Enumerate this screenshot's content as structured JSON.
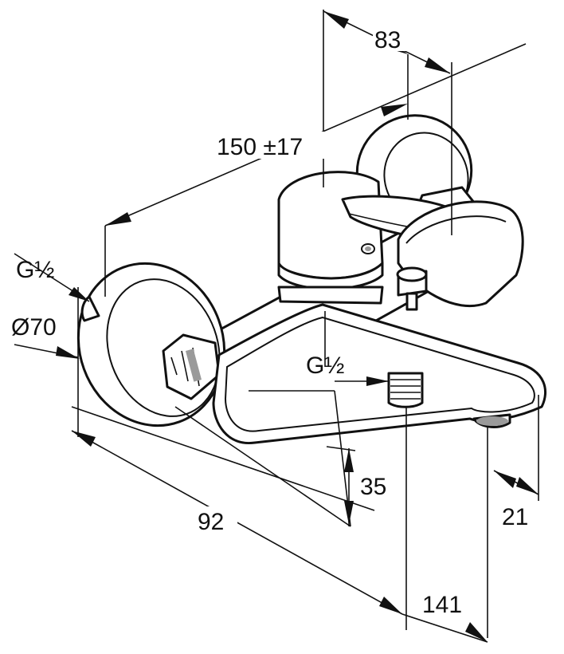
{
  "drawing": {
    "labels": {
      "width_top": "83",
      "centers": "150 ±17",
      "thread_inlet": "G½",
      "rosette_dia": "Ø70",
      "thread_outlet": "G½",
      "height_35": "35",
      "depth_92": "92",
      "depth_141": "141",
      "offset_21": "21"
    }
  }
}
